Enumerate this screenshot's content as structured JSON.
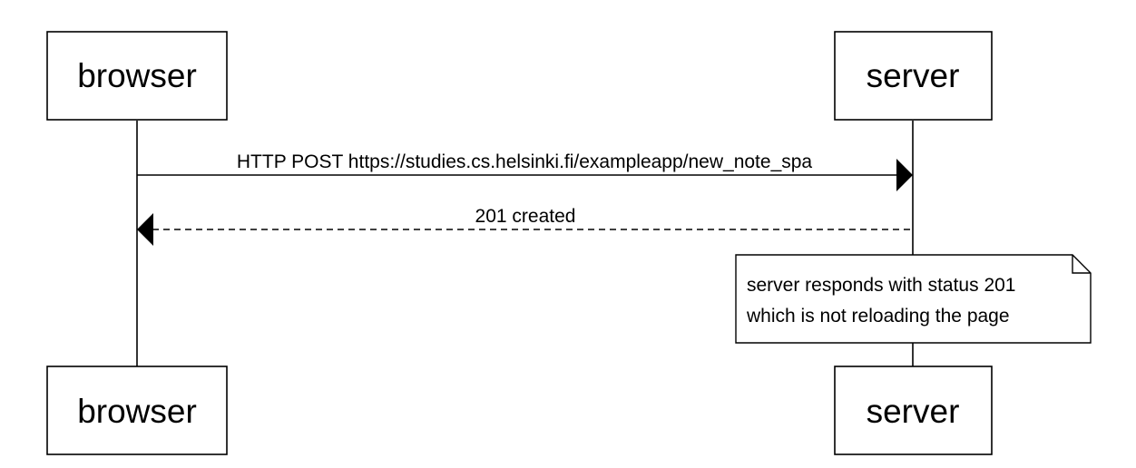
{
  "participants": {
    "browser": "browser",
    "server": "server"
  },
  "messages": [
    {
      "from": "browser",
      "to": "server",
      "text": "HTTP POST https://studies.cs.helsinki.fi/exampleapp/new_note_spa",
      "style": "solid"
    },
    {
      "from": "server",
      "to": "browser",
      "text": "201 created",
      "style": "dashed"
    }
  ],
  "note": {
    "over": "server",
    "line1": "server responds with status 201",
    "line2": "which is not reloading the page"
  }
}
